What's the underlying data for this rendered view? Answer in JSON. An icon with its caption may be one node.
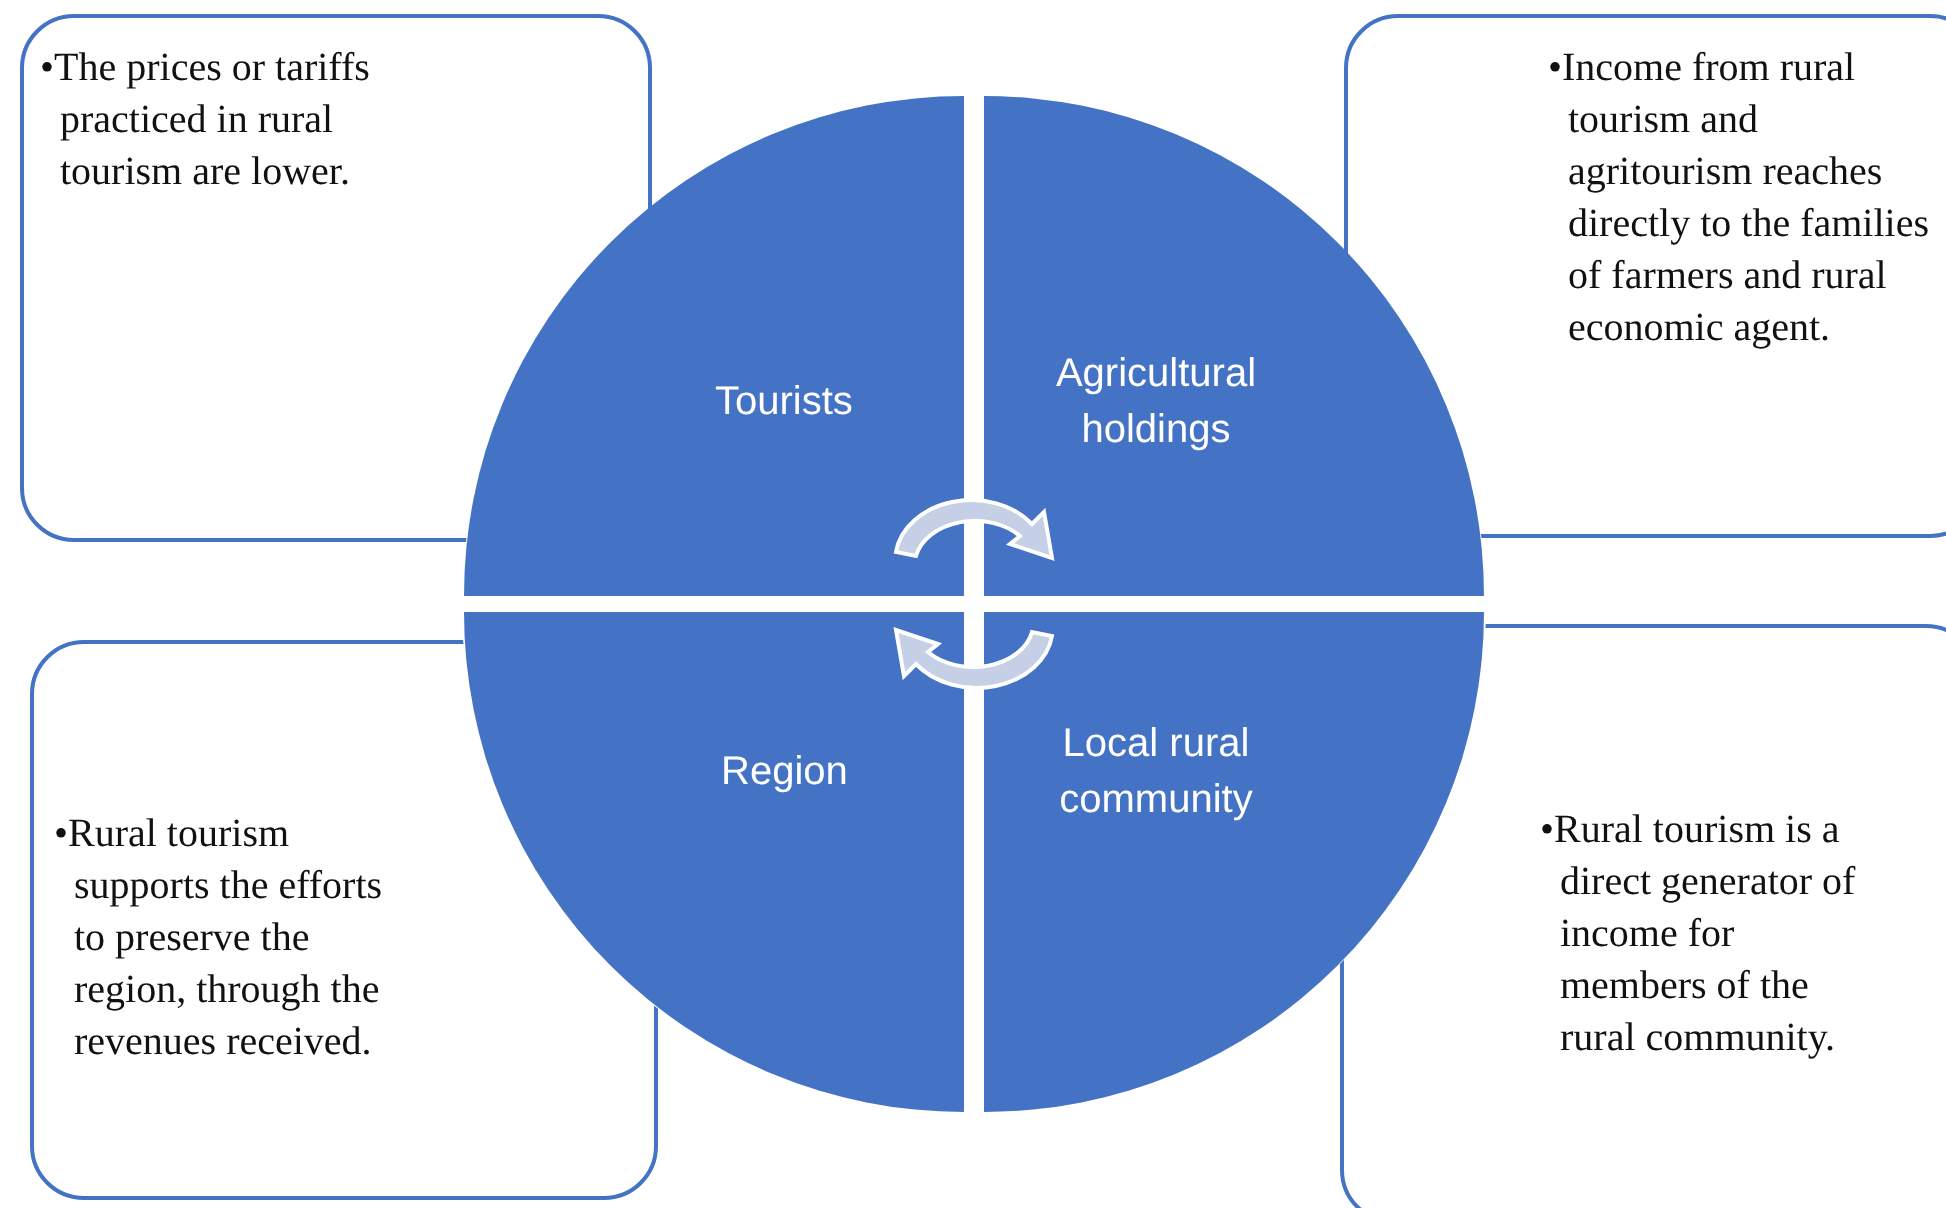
{
  "diagram": {
    "nodes": [
      {
        "text": [
          "•The prices or tariffs practiced in rural tourism are lower."
        ]
      },
      {
        "text": [
          "Tourists"
        ]
      },
      {
        "text": [
          "Agricultural holdings"
        ]
      },
      {
        "text": [
          "•Income from rural tourism and agritourism reaches directly to the families of farmers and rural economic agent."
        ]
      },
      {
        "text": [
          "•Rural tourism supports the efforts to preserve the region, through the revenues received."
        ]
      },
      {
        "text": [
          "Region"
        ]
      },
      {
        "text": [
          "Local rural community"
        ]
      },
      {
        "text": [
          "•Rural tourism is a direct generator of income for members of the rural community."
        ]
      }
    ]
  }
}
